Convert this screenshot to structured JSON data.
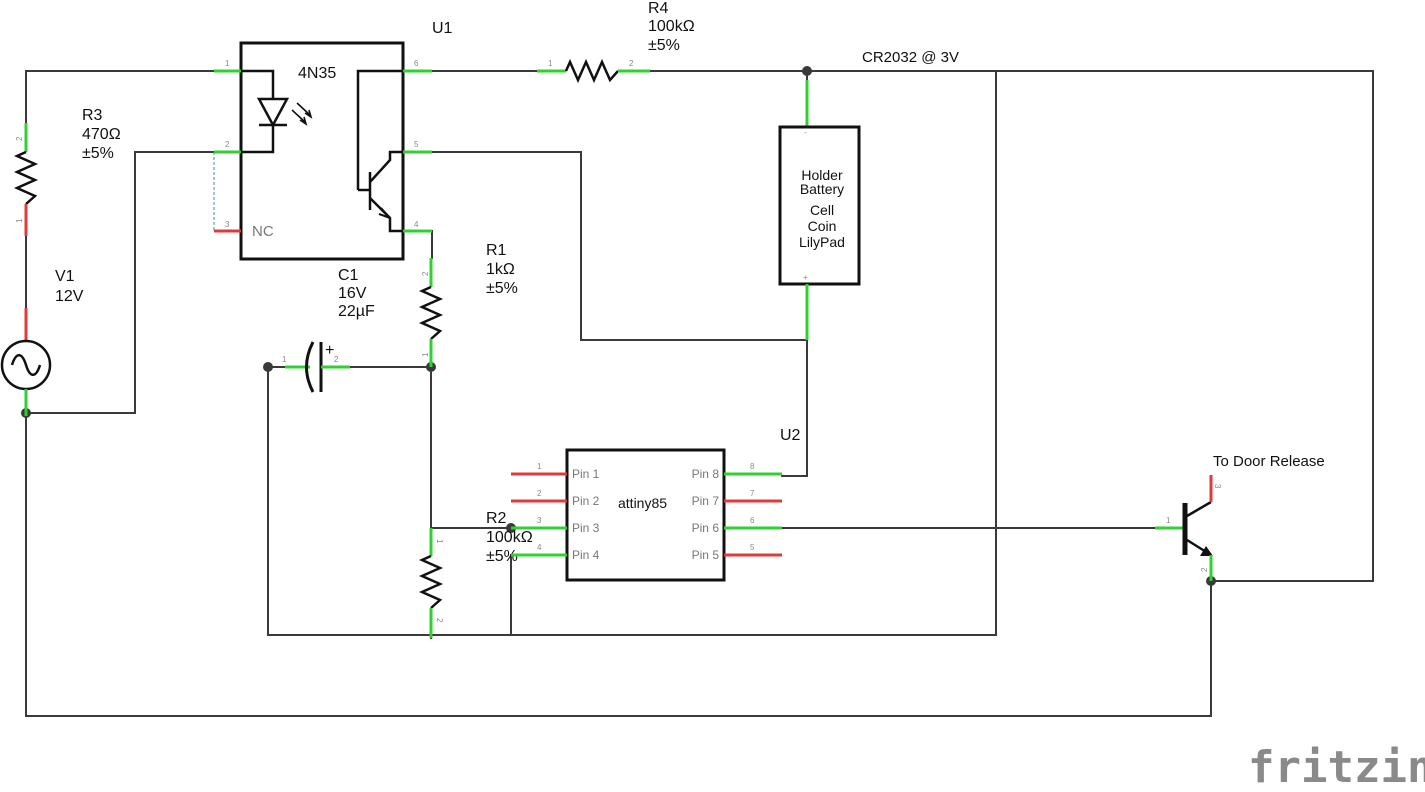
{
  "app": {
    "logo": "fritzing"
  },
  "components": {
    "u1": {
      "ref": "U1",
      "part": "4N35",
      "nc": "NC",
      "pins": [
        "1",
        "2",
        "3",
        "4",
        "5",
        "6"
      ]
    },
    "r4": {
      "ref": "R4",
      "value": "100kΩ",
      "tol": "±5%",
      "pins": [
        "1",
        "2"
      ]
    },
    "r3": {
      "ref": "R3",
      "value": "470Ω",
      "tol": "±5%",
      "pins": [
        "2",
        "1"
      ]
    },
    "r1": {
      "ref": "R1",
      "value": "1kΩ",
      "tol": "±5%",
      "pins": [
        "2",
        "1"
      ]
    },
    "r2": {
      "ref": "R2",
      "value": "100kΩ",
      "tol": "±5%",
      "pins": [
        "1",
        "2"
      ]
    },
    "c1": {
      "ref": "C1",
      "voltage": "16V",
      "value": "22µF",
      "plus": "+",
      "pins": [
        "1",
        "2"
      ]
    },
    "v1": {
      "ref": "V1",
      "value": "12V"
    },
    "battery": {
      "label": "CR2032 @ 3V",
      "lines": [
        "Holder",
        "Battery",
        "Cell",
        "Coin",
        "LilyPad"
      ],
      "minus": "-",
      "plus": "+"
    },
    "u2": {
      "ref": "U2",
      "part": "attiny85",
      "left_pins": [
        "Pin 1",
        "Pin 2",
        "Pin 3",
        "Pin 4"
      ],
      "right_pins": [
        "Pin 8",
        "Pin 7",
        "Pin 6",
        "Pin 5"
      ],
      "left_nums": [
        "1",
        "2",
        "3",
        "4"
      ],
      "right_nums": [
        "8",
        "7",
        "6",
        "5"
      ]
    },
    "q1": {
      "label": "To Door Release",
      "pins": [
        "1",
        "2",
        "3"
      ]
    }
  }
}
